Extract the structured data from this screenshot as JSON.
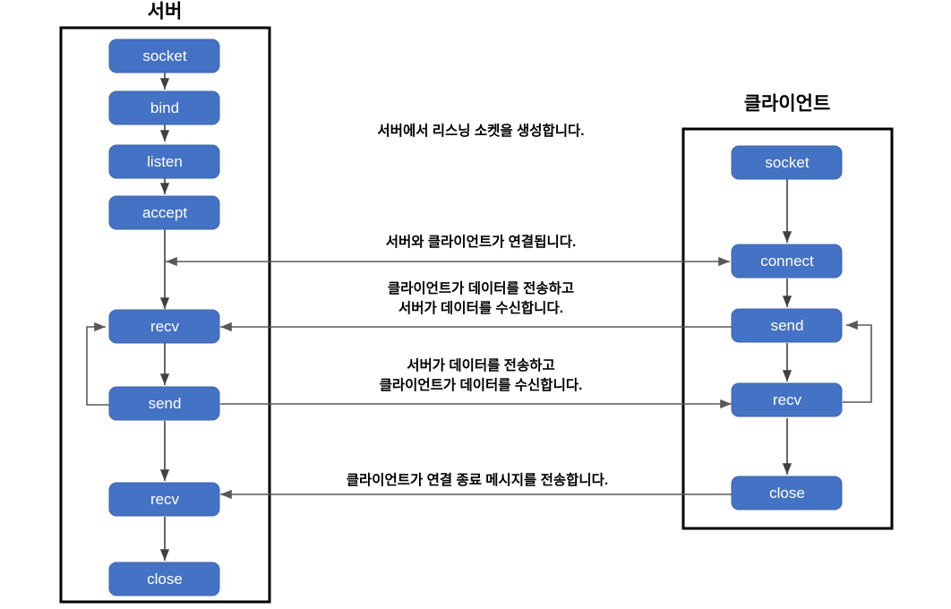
{
  "diagram": {
    "title_server": "서버",
    "title_client": "클라이언트",
    "accent_color": "#4472C4",
    "node_border_color": "#3C64AB",
    "container_border_color": "#000000",
    "arrow_color": "#595959",
    "background_color": "#FFFFFF",
    "text_color": "#000000",
    "node_text_color": "#FFFFFF"
  },
  "server": {
    "title": "서버",
    "nodes": [
      {
        "id": "s-socket",
        "label": "socket"
      },
      {
        "id": "s-bind",
        "label": "bind"
      },
      {
        "id": "s-listen",
        "label": "listen"
      },
      {
        "id": "s-accept",
        "label": "accept"
      },
      {
        "id": "s-recv1",
        "label": "recv"
      },
      {
        "id": "s-send",
        "label": "send"
      },
      {
        "id": "s-recv2",
        "label": "recv"
      },
      {
        "id": "s-close",
        "label": "close"
      }
    ]
  },
  "client": {
    "title": "클라이언트",
    "nodes": [
      {
        "id": "c-socket",
        "label": "socket"
      },
      {
        "id": "c-connect",
        "label": "connect"
      },
      {
        "id": "c-send",
        "label": "send"
      },
      {
        "id": "c-recv",
        "label": "recv"
      },
      {
        "id": "c-close",
        "label": "close"
      }
    ]
  },
  "captions": [
    {
      "id": "cap-listen",
      "lines": [
        "서버에서 리스닝 소켓을 생성합니다."
      ]
    },
    {
      "id": "cap-connect",
      "lines": [
        "서버와 클라이언트가 연결됩니다."
      ]
    },
    {
      "id": "cap-c2s",
      "lines": [
        "클라이언트가 데이터를 전송하고",
        "서버가 데이터를 수신합니다."
      ]
    },
    {
      "id": "cap-s2c",
      "lines": [
        "서버가 데이터를 전송하고",
        "클라이언트가 데이터를 수신합니다."
      ]
    },
    {
      "id": "cap-close",
      "lines": [
        "클라이언트가 연결 종료 메시지를 전송합니다."
      ]
    }
  ],
  "caption_text": {
    "listen": "서버에서 리스닝 소켓을 생성합니다.",
    "connect": "서버와 클라이언트가 연결됩니다.",
    "c2s_line1": "클라이언트가 데이터를 전송하고",
    "c2s_line2": "서버가 데이터를 수신합니다.",
    "s2c_line1": "서버가 데이터를 전송하고",
    "s2c_line2": "클라이언트가 데이터를 수신합니다.",
    "close": "클라이언트가 연결 종료 메시지를 전송합니다."
  },
  "node_labels": {
    "server": {
      "socket": "socket",
      "bind": "bind",
      "listen": "listen",
      "accept": "accept",
      "recv1": "recv",
      "send": "send",
      "recv2": "recv",
      "close": "close"
    },
    "client": {
      "socket": "socket",
      "connect": "connect",
      "send": "send",
      "recv": "recv",
      "close": "close"
    }
  }
}
